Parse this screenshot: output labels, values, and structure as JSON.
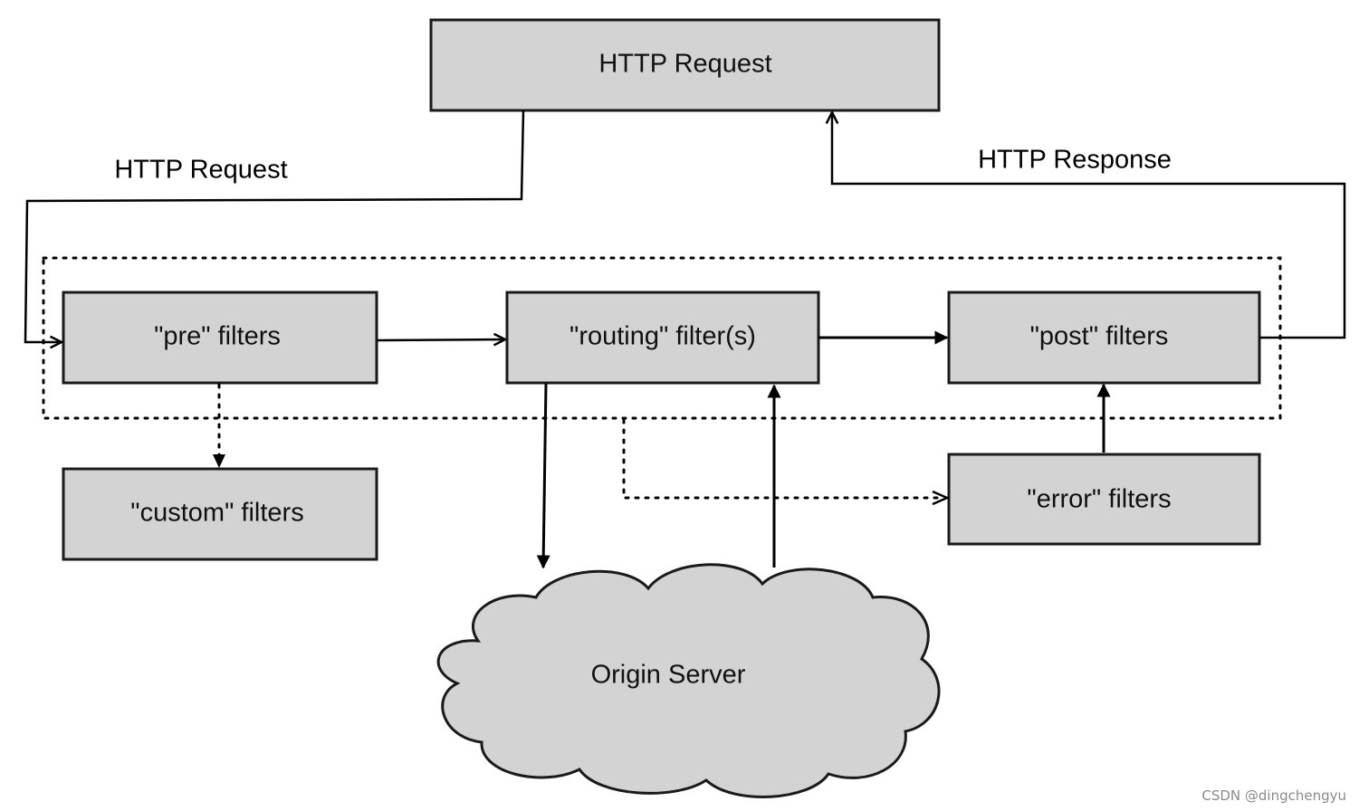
{
  "nodes": {
    "http_request_top": "HTTP Request",
    "pre_filters": "\"pre\" filters",
    "routing_filters": "\"routing\" filter(s)",
    "post_filters": "\"post\" filters",
    "custom_filters": "\"custom\" filters",
    "error_filters": "\"error\" filters",
    "origin_server": "Origin Server"
  },
  "edges": {
    "request_label": "HTTP Request",
    "response_label": "HTTP Response"
  },
  "watermark": "CSDN @dingchengyu"
}
